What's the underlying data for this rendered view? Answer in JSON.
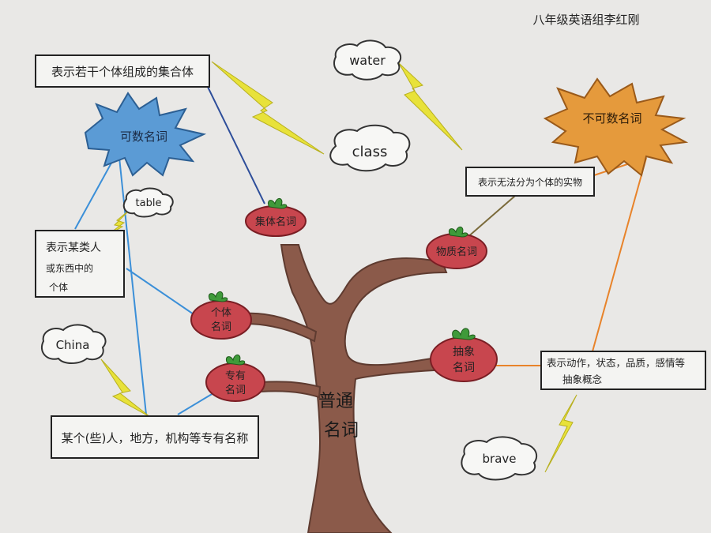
{
  "author_note": "八年级英语组李红刚",
  "trunk": {
    "label_line1": "普通",
    "label_line2": "名词"
  },
  "fruits": {
    "collective": "集体名词",
    "material": "物质名词",
    "individual_line1": "个体",
    "individual_line2": "名词",
    "proper_line1": "专有",
    "proper_line2": "名词",
    "abstract_line1": "抽象",
    "abstract_line2": "名词"
  },
  "bursts": {
    "countable": "可数名词",
    "uncountable": "不可数名词"
  },
  "boxes": {
    "collective_def": "表示若干个体组成的集合体",
    "individual_def_line1": "表示某类人",
    "individual_def_line2": "或东西中的",
    "individual_def_line3": "个体",
    "proper_def": "某个(些)人，地方，机构等专有名称",
    "material_def": "表示无法分为个体的实物",
    "abstract_def_line1": "表示动作，状态，品质，感情等",
    "abstract_def_line2": "抽象概念"
  },
  "examples": {
    "water": "water",
    "class": "class",
    "table": "table",
    "china": "China",
    "brave": "brave"
  },
  "colors": {
    "paper": "#e9e8e6",
    "trunk": "#8b5a4a",
    "fruit": "#c8464e",
    "leaf": "#3f9a3a",
    "countable_burst": "#5b9bd5",
    "uncountable_burst": "#e59a3c",
    "lightning": "#e8e23a",
    "blue_line": "#3b8fd8",
    "orange_line": "#e8832a"
  }
}
